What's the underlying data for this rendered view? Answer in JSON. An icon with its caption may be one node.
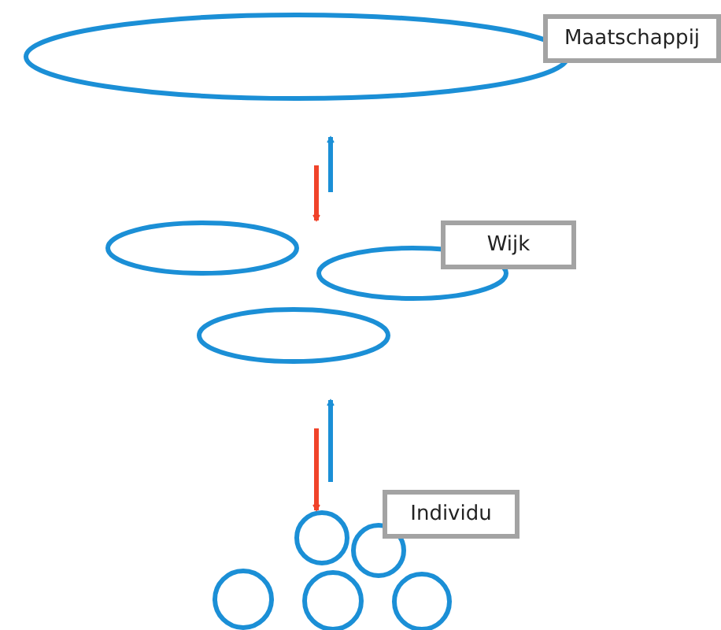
{
  "diagram": {
    "nodes": [
      {
        "text": [],
        "shape": "ellipse"
      },
      {
        "text": [
          "Maatschappij"
        ]
      },
      {
        "text": [],
        "shape": "ellipse"
      },
      {
        "text": [],
        "shape": "ellipse"
      },
      {
        "text": [],
        "shape": "ellipse"
      },
      {
        "text": [
          "Wijk"
        ]
      },
      {
        "text": [],
        "shape": "circle"
      },
      {
        "text": [],
        "shape": "circle"
      },
      {
        "text": [],
        "shape": "circle"
      },
      {
        "text": [],
        "shape": "circle"
      },
      {
        "text": [],
        "shape": "circle"
      },
      {
        "text": [
          "Individu"
        ]
      }
    ],
    "edges": [
      {
        "from": 0,
        "to": 2,
        "arrow": "to",
        "color": "#f0432a"
      },
      {
        "from": 2,
        "to": 0,
        "arrow": "to",
        "color": "#1b8fd6"
      },
      {
        "from": 4,
        "to": 6,
        "arrow": "to",
        "color": "#f0432a"
      },
      {
        "from": 6,
        "to": 4,
        "arrow": "to",
        "color": "#1b8fd6"
      }
    ]
  }
}
